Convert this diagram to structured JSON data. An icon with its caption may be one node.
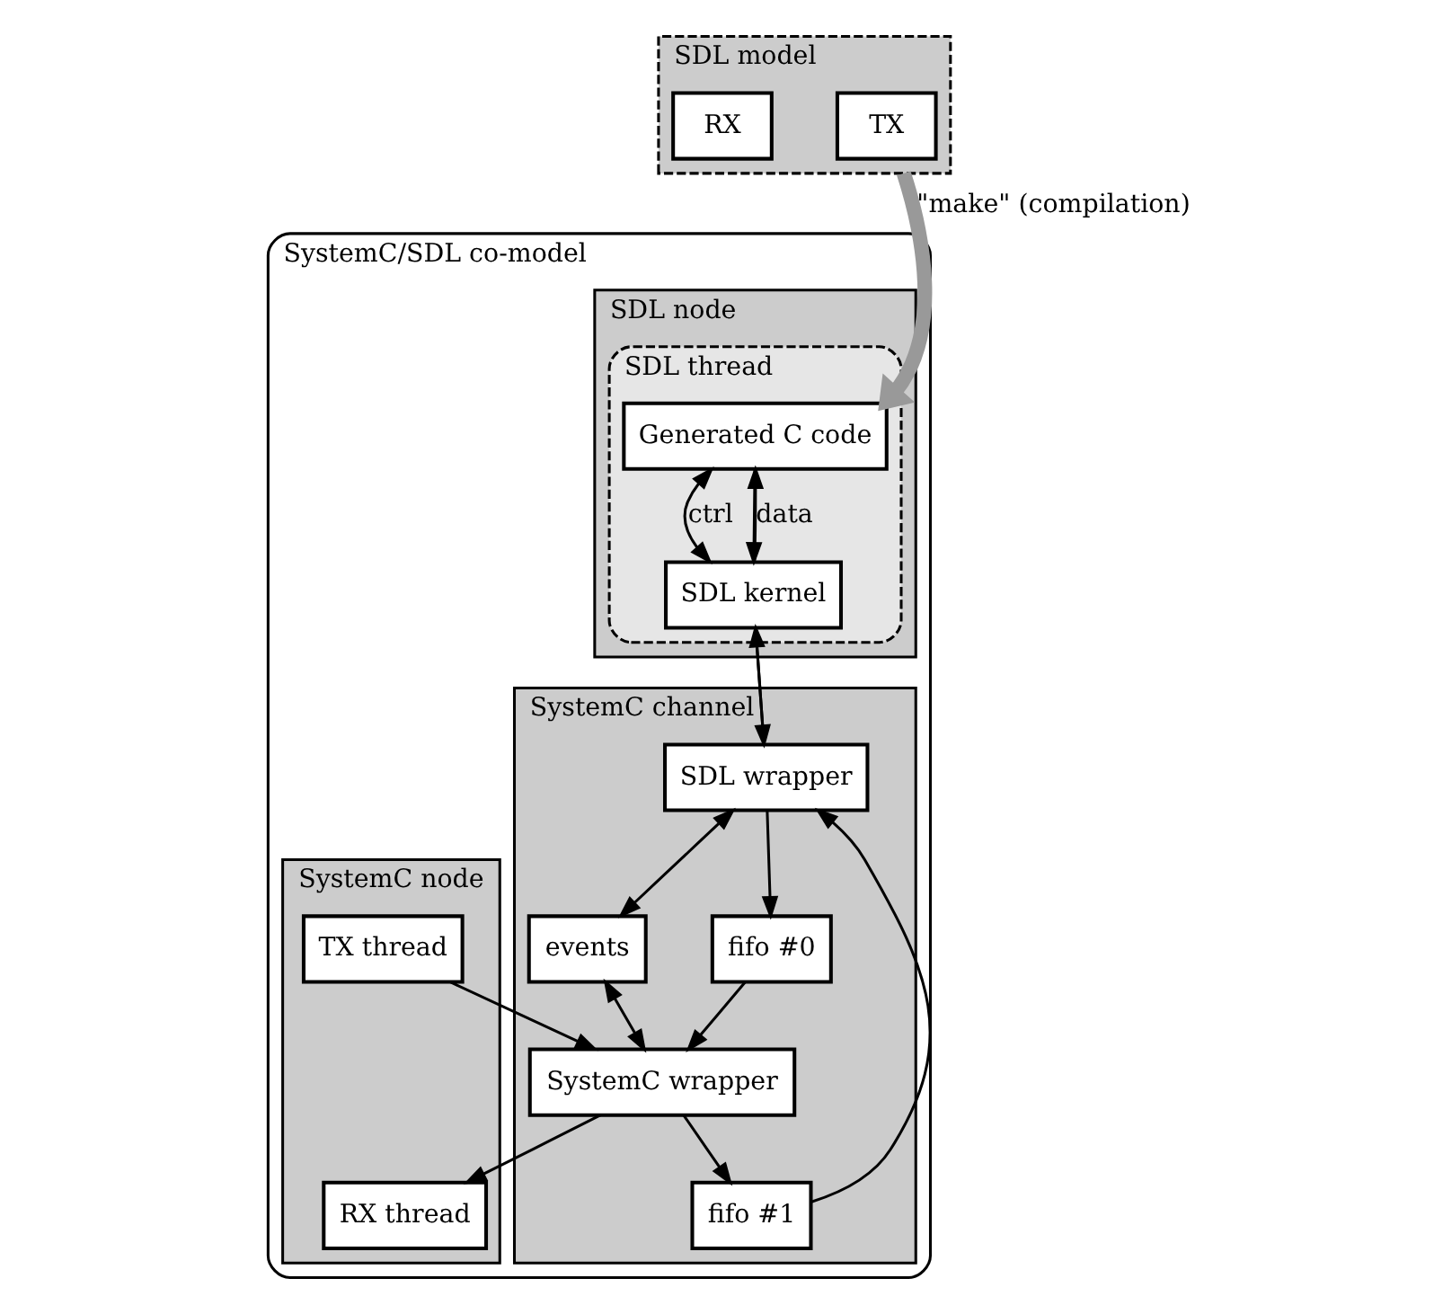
{
  "diagram": {
    "nodes": [
      {
        "text": [
          "SDL model"
        ]
      },
      {
        "text": [
          "TX"
        ],
        "in": 0
      },
      {
        "text": [
          "RX"
        ],
        "in": 0
      },
      {
        "text": [
          "SystemC/SDL co-model"
        ]
      },
      {
        "text": [
          "SDL node"
        ],
        "in": 3
      },
      {
        "text": [
          "SDL thread"
        ],
        "in": 4
      },
      {
        "text": [
          "Generated C code"
        ],
        "in": 5
      },
      {
        "text": [
          "SDL kernel"
        ],
        "in": 5
      },
      {
        "text": [
          "SystemC node"
        ],
        "in": 3
      },
      {
        "text": [
          "RX thread"
        ],
        "in": 8
      },
      {
        "text": [
          "TX thread"
        ],
        "in": 8
      },
      {
        "text": [
          "SystemC channel"
        ],
        "in": 3
      },
      {
        "text": [
          "SDL wrapper"
        ],
        "in": 11
      },
      {
        "text": [
          "events"
        ],
        "in": 11
      },
      {
        "text": [
          "SystemC wrapper"
        ],
        "in": 11
      },
      {
        "text": [
          "fifo #0"
        ],
        "in": 11
      },
      {
        "text": [
          "fifo #1"
        ],
        "in": 11
      }
    ],
    "edges": [
      {
        "from": 0,
        "to": 6,
        "arrow": "to",
        "label": "\"make\" (compilation)",
        "style": "thick",
        "color": "#999999"
      },
      {
        "from": 6,
        "to": 7,
        "arrow": "both",
        "label": "ctrl"
      },
      {
        "from": 6,
        "to": 7,
        "arrow": "to"
      },
      {
        "from": 7,
        "to": 6,
        "arrow": "to",
        "label": "data"
      },
      {
        "from": 12,
        "to": 7,
        "arrow": "to"
      },
      {
        "from": 7,
        "to": 12,
        "arrow": "to"
      },
      {
        "from": 12,
        "to": 13,
        "arrow": "both"
      },
      {
        "from": 13,
        "to": 14,
        "arrow": "both"
      },
      {
        "from": 14,
        "to": 9,
        "arrow": "to"
      },
      {
        "from": 10,
        "to": 14,
        "arrow": "to"
      },
      {
        "from": 12,
        "to": 15,
        "arrow": "to"
      },
      {
        "from": 15,
        "to": 14,
        "arrow": "to"
      },
      {
        "from": 14,
        "to": 16,
        "arrow": "to"
      },
      {
        "from": 16,
        "to": 12,
        "arrow": "to"
      }
    ]
  }
}
